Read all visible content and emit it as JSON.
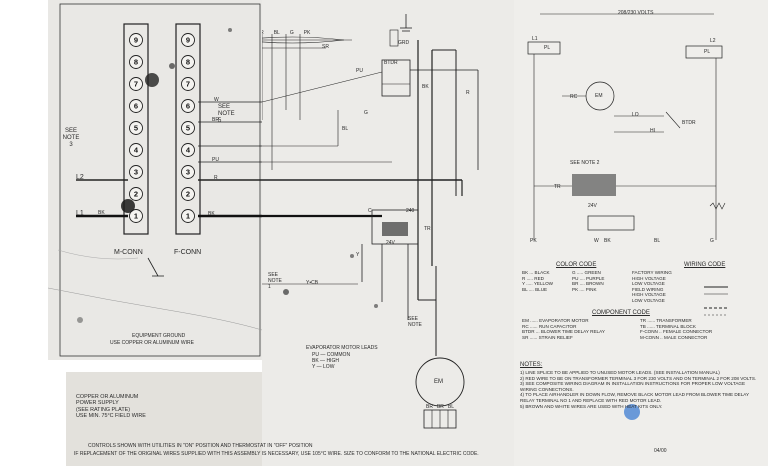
{
  "left_panel": {
    "terminals": [
      "9",
      "8",
      "7",
      "6",
      "5",
      "4",
      "3",
      "2",
      "1"
    ],
    "left_labels": {
      "l2": "L2",
      "l1": "L1"
    },
    "see_note_3": "SEE NOTE 3",
    "see_note_5": "SEE NOTE 5",
    "wire_labels": {
      "w": "W",
      "br": "BR",
      "pu": "PU",
      "r": "R",
      "bk": "BK"
    },
    "bk_left": "BK",
    "m_conn": "M-CONN",
    "f_conn": "F-CONN",
    "ground_note_1": "EQUIPMENT GROUND",
    "ground_note_2": "USE COPPER OR ALUMINUM WIRE"
  },
  "middle_panel": {
    "top_wires": [
      "W",
      "BR",
      "BL",
      "G",
      "PK"
    ],
    "sr": "SR",
    "grd": "GRD",
    "btdr": "BTDR",
    "pu": "PU",
    "bl": "BL",
    "bk": "BK",
    "r": "R",
    "g": "G",
    "transformer": "24V",
    "tr": "TR",
    "y": "Y",
    "c": "C",
    "v240": "240",
    "see_note_1": "SEE NOTE 1",
    "ycb": "Y•CB",
    "see_note": "SEE NOTE",
    "evap_leads_1": "EVAPORATOR MOTOR LEADS",
    "evap_leads_2": "PU — COMMON",
    "evap_leads_3": "BK — HIGH",
    "evap_leads_4": "Y — LOW",
    "em": "EM",
    "motor_leads": [
      "BR",
      "BR",
      "BL"
    ]
  },
  "right_panel": {
    "volts": "208/230 VOLTS",
    "l1": "L1",
    "l2": "L2",
    "pl": "PL",
    "rc": "RC",
    "em": "EM",
    "lo": "LO",
    "hi": "HI",
    "btdr": "BTDR",
    "see_note_2": "SEE NOTE 2",
    "tr": "TR",
    "v24": "24V",
    "pk": "PK",
    "w": "W",
    "bk": "BK",
    "bl": "BL",
    "g": "G",
    "color_code_title": "COLOR CODE",
    "color_code": [
      [
        "BK ... BLACK",
        "G ..... GREEN"
      ],
      [
        "R ..... RED",
        "PU .... PURPLE"
      ],
      [
        "Y ..... YELLOW",
        "BR .... BROWN"
      ],
      [
        "BL .... BLUE",
        "PK .... PINK"
      ]
    ],
    "wiring_code_title": "WIRING CODE",
    "wiring_code": [
      "FACTORY WIRING",
      "HIGH VOLTAGE",
      "LOW VOLTAGE",
      "FIELD WIRING",
      "HIGH VOLTAGE",
      "LOW VOLTAGE"
    ],
    "component_code_title": "COMPONENT CODE",
    "component_code": [
      [
        "EM ...... EVAPORATOR MOTOR",
        "TR ...... TRANSFORMER"
      ],
      [
        "RC ...... RUN CAPACITOR",
        "TB ...... TERMINAL BLOCK"
      ],
      [
        "BTDR ... BLOWER TIME DELAY RELAY",
        "F-CONN .. FEMALE CONNECTOR"
      ],
      [
        "SR ...... STRAIN RELIEF",
        "M-CONN .. MALE CONNECTOR"
      ]
    ],
    "notes_title": "NOTES:",
    "notes": [
      "1) LINE SPLICE TO BE APPLIED TO UNUSED MOTOR LEADS. (SEE INSTALLATION MANUAL)",
      "2) RED WIRE TO BE ON TRANSFORMER TERMINAL 3 FOR 230 VOLTS AND ON TERMINAL 2 FOR 208 VOLTS.",
      "3) SEE COMPOSITE WIRING DIAGRAM IN INSTALLATION INSTRUCTIONS FOR PROPER LOW VOLTAGE WIRING CONNECTIONS.",
      "4) TO PLACE AIRHANDLER IN DOWN FLOW, REMOVE BLACK MOTOR LEAD FROM BLOWER TIME DELAY RELAY TERMINAL NO 1 AND REPLACE WITH RED MOTOR LEAD.",
      "5) BROWN AND WHITE WIRES ARE USED WITH HEAT KITS ONLY."
    ],
    "date_code": "04/00"
  },
  "power_note": {
    "lines": [
      "COPPER OR ALUMINUM",
      "POWER SUPPLY",
      "(SEE RATING PLATE)",
      "USE MIN. 75°C FIELD WIRE"
    ]
  },
  "bottom_caption": {
    "line1": "CONTROLS SHOWN WITH UTILITIES IN \"ON\" POSITION AND THERMOSTAT IN \"OFF\" POSITION",
    "line2": "IF REPLACEMENT OF THE ORIGINAL WIRES SUPPLIED WITH THIS ASSEMBLY IS NECESSARY, USE 105°C WIRE. SIZE TO CONFORM TO THE NATIONAL ELECTRIC CODE."
  }
}
